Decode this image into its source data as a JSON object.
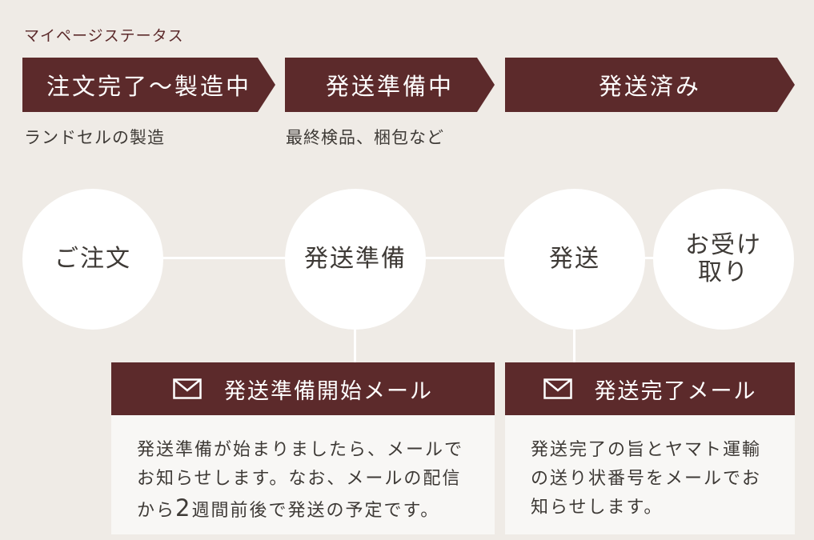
{
  "section_title": "マイページステータス",
  "steps": [
    {
      "label": "注文完了～製造中",
      "sub": "ランドセルの製造"
    },
    {
      "label": "発送準備中",
      "sub": "最終検品、梱包など"
    },
    {
      "label": "発送済み",
      "sub": ""
    }
  ],
  "timeline": {
    "order": "ご注文",
    "prep": "発送準備",
    "ship": "発送",
    "receive_line1": "お受け",
    "receive_line2": "取り"
  },
  "cards": {
    "prep_mail": {
      "title": "発送準備開始メール",
      "icon": "mail-icon",
      "lines": [
        "発送準備が始まりましたら、メールで",
        "お知らせします。なお、メールの配信"
      ],
      "line3_pre": "から",
      "line3_num": "2",
      "line3_post": "週間前後で発送の予定です。"
    },
    "done_mail": {
      "title": "発送完了メール",
      "icon": "mail-icon",
      "lines": [
        "発送完了の旨とヤマト運輸",
        "の送り状番号をメールでお",
        "知らせします。"
      ]
    }
  },
  "colors": {
    "accent": "#5c2a2b",
    "background": "#efebe6",
    "circle": "#ffffff",
    "card_body": "#f8f7f5",
    "text": "#3e3a36"
  }
}
